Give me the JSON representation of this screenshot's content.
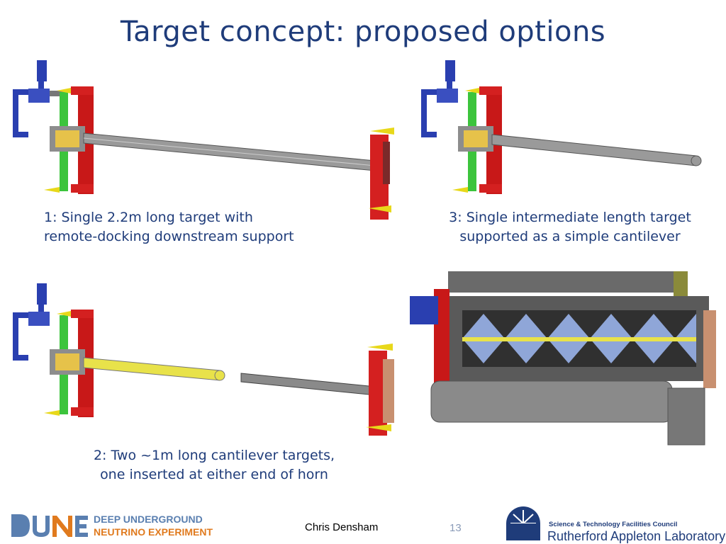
{
  "slide": {
    "title": "Target concept: proposed options"
  },
  "options": [
    {
      "lines": [
        "1: Single 2.2m long target with",
        "remote-docking downstream support"
      ]
    },
    {
      "lines": [
        "2: Two ~1m long cantilever targets,",
        "one inserted at either end of horn"
      ]
    },
    {
      "lines": [
        "3: Single intermediate length target",
        "supported as a simple cantilever"
      ]
    }
  ],
  "footer": {
    "author": "Chris Densham",
    "page_number": "13",
    "dune_line1": "DEEP UNDERGROUND",
    "dune_line2": "NEUTRINO EXPERIMENT",
    "ral_small": "Science & Technology Facilities Council",
    "ral_big": "Rutherford Appleton Laboratory"
  },
  "colors": {
    "title": "#1f3c7a",
    "flange_red": "#d42020",
    "bracket_green": "#3cc43c",
    "pipe_blue": "#2a3fb0",
    "target_yellow": "#e8e24a",
    "target_grey": "#9a9a9a",
    "dune_blue": "#5a7fb0",
    "dune_orange": "#e07a1e"
  }
}
